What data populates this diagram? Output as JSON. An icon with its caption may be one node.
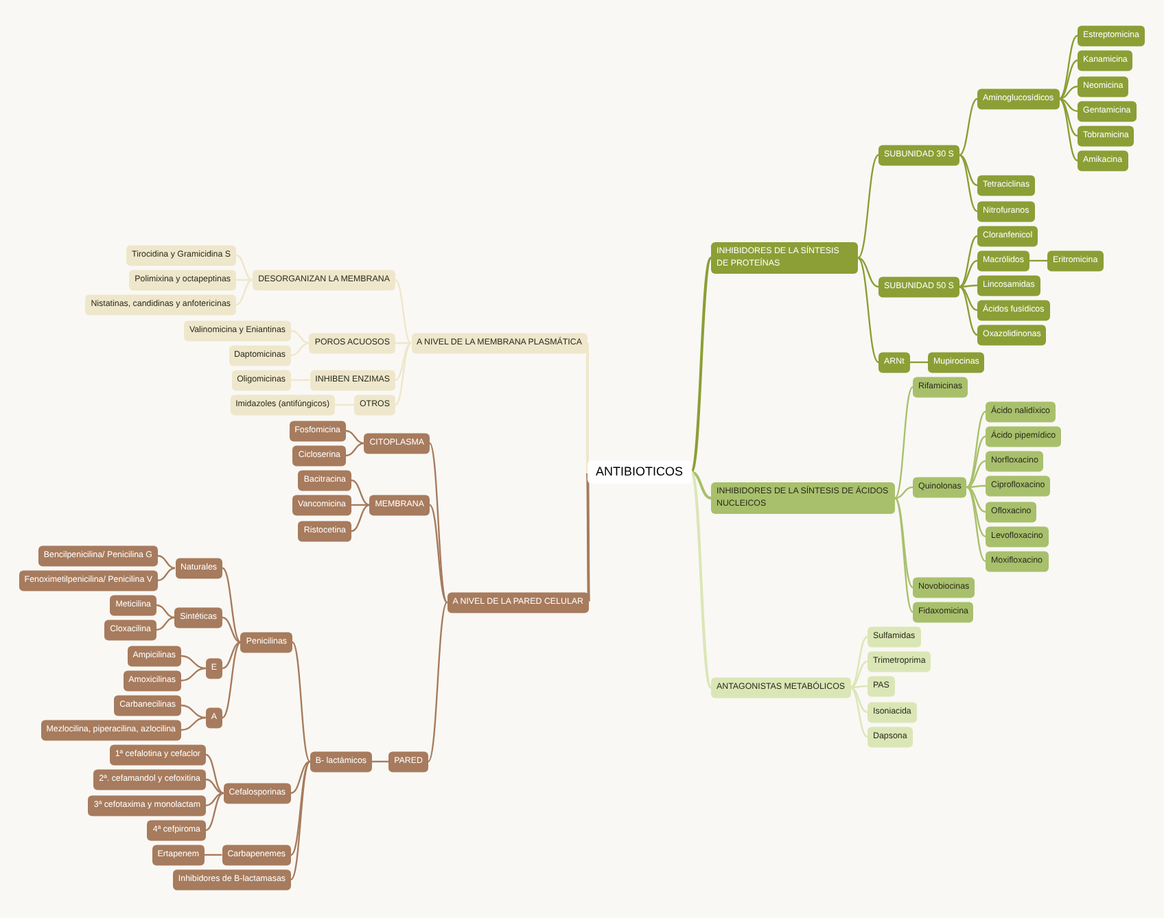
{
  "diagram": {
    "nodes": [
      {
        "text": [
          "ANTIBIOTICOS"
        ]
      },
      {
        "text": [
          "INHIBIDORES DE LA SÍNTESIS DE PROTEÍNAS"
        ]
      },
      {
        "text": [
          "SUBUNIDAD 30 S"
        ]
      },
      {
        "text": [
          "Aminoglucosídicos"
        ]
      },
      {
        "text": [
          "Estreptomicina"
        ]
      },
      {
        "text": [
          "Kanamicina"
        ]
      },
      {
        "text": [
          "Neomicina"
        ]
      },
      {
        "text": [
          "Gentamicina"
        ]
      },
      {
        "text": [
          "Tobramicina"
        ]
      },
      {
        "text": [
          "Amikacina"
        ]
      },
      {
        "text": [
          "Tetraciclinas"
        ]
      },
      {
        "text": [
          "Nitrofuranos"
        ]
      },
      {
        "text": [
          "SUBUNIDAD 50 S"
        ]
      },
      {
        "text": [
          "Cloranfenicol"
        ]
      },
      {
        "text": [
          "Macrólidos"
        ]
      },
      {
        "text": [
          "Eritromicina"
        ]
      },
      {
        "text": [
          "Lincosamidas"
        ]
      },
      {
        "text": [
          "Ácidos fusídicos"
        ]
      },
      {
        "text": [
          "Oxazolidinonas"
        ]
      },
      {
        "text": [
          "ARNt"
        ]
      },
      {
        "text": [
          "Mupirocinas"
        ]
      },
      {
        "text": [
          "INHIBIDORES DE LA SÍNTESIS DE ÁCIDOS NUCLEICOS"
        ]
      },
      {
        "text": [
          "Rifamicinas"
        ]
      },
      {
        "text": [
          "Quinolonas"
        ]
      },
      {
        "text": [
          "Ácido nalidíxico"
        ]
      },
      {
        "text": [
          "Ácido pipemídico"
        ]
      },
      {
        "text": [
          "Norfloxacino"
        ]
      },
      {
        "text": [
          "Ciprofloxacino"
        ]
      },
      {
        "text": [
          "Ofloxacino"
        ]
      },
      {
        "text": [
          "Levofloxacino"
        ]
      },
      {
        "text": [
          "Moxifloxacino"
        ]
      },
      {
        "text": [
          "Novobiocinas"
        ]
      },
      {
        "text": [
          "Fidaxomicina"
        ]
      },
      {
        "text": [
          "ANTAGONISTAS METABÓLICOS"
        ]
      },
      {
        "text": [
          "Sulfamidas"
        ]
      },
      {
        "text": [
          "Trimetroprima"
        ]
      },
      {
        "text": [
          "PAS"
        ]
      },
      {
        "text": [
          "Isoniacida"
        ]
      },
      {
        "text": [
          "Dapsona"
        ]
      },
      {
        "text": [
          "A NIVEL DE LA MEMBRANA PLASMÁTICA"
        ]
      },
      {
        "text": [
          "DESORGANIZAN LA MEMBRANA"
        ]
      },
      {
        "text": [
          "Tirocidina y Gramicidina S"
        ]
      },
      {
        "text": [
          "Polimixina y octapeptinas"
        ]
      },
      {
        "text": [
          "Nistatinas, candidinas y anfotericinas"
        ]
      },
      {
        "text": [
          "POROS ACUOSOS"
        ]
      },
      {
        "text": [
          "Valinomicina y Eniantinas"
        ]
      },
      {
        "text": [
          "Daptomicinas"
        ]
      },
      {
        "text": [
          "INHIBEN ENZIMAS"
        ]
      },
      {
        "text": [
          "Oligomicinas"
        ]
      },
      {
        "text": [
          "OTROS"
        ]
      },
      {
        "text": [
          "Imidazoles (antifúngicos)"
        ]
      },
      {
        "text": [
          "A NIVEL DE LA PARED CELULAR"
        ]
      },
      {
        "text": [
          "CITOPLASMA"
        ]
      },
      {
        "text": [
          "Fosfomicina"
        ]
      },
      {
        "text": [
          "Cicloserina"
        ]
      },
      {
        "text": [
          "MEMBRANA"
        ]
      },
      {
        "text": [
          "Bacitracina"
        ]
      },
      {
        "text": [
          "Vancomicina"
        ]
      },
      {
        "text": [
          "Ristocetina"
        ]
      },
      {
        "text": [
          "PARED"
        ]
      },
      {
        "text": [
          "B- lactámicos"
        ]
      },
      {
        "text": [
          "Penicilinas"
        ]
      },
      {
        "text": [
          "Naturales"
        ]
      },
      {
        "text": [
          "Bencilpenicilina/ Penicilina G"
        ]
      },
      {
        "text": [
          "Fenoximetilpenicilina/ Penicilina V"
        ]
      },
      {
        "text": [
          "Sintéticas"
        ]
      },
      {
        "text": [
          "Meticilina"
        ]
      },
      {
        "text": [
          "Cloxacilina"
        ]
      },
      {
        "text": [
          "E"
        ]
      },
      {
        "text": [
          "Ampicilinas"
        ]
      },
      {
        "text": [
          "Amoxicilinas"
        ]
      },
      {
        "text": [
          "A"
        ]
      },
      {
        "text": [
          "Carbanecilinas"
        ]
      },
      {
        "text": [
          "Mezlocilina, piperacilina, azlocilina"
        ]
      },
      {
        "text": [
          "Cefalosporinas"
        ]
      },
      {
        "text": [
          "1ª cefalotina y cefaclor"
        ]
      },
      {
        "text": [
          "2ª. cefamandol y cefoxitina"
        ]
      },
      {
        "text": [
          "3ª cefotaxima y monolactam"
        ]
      },
      {
        "text": [
          "4ª cefpiroma"
        ]
      },
      {
        "text": [
          "Carbapenemes"
        ]
      },
      {
        "text": [
          "Ertapenem"
        ]
      },
      {
        "text": [
          "Inhibidores de B-lactamasas"
        ]
      }
    ],
    "edges": [
      {
        "from": 0,
        "to": 1,
        "arrow": "none",
        "color": "#8b9f36"
      },
      {
        "from": 1,
        "to": 2,
        "arrow": "none",
        "color": "#8b9f36"
      },
      {
        "from": 2,
        "to": 3,
        "arrow": "none",
        "color": "#8b9f36"
      },
      {
        "from": 3,
        "to": 4,
        "arrow": "none",
        "color": "#8b9f36"
      },
      {
        "from": 3,
        "to": 5,
        "arrow": "none",
        "color": "#8b9f36"
      },
      {
        "from": 3,
        "to": 6,
        "arrow": "none",
        "color": "#8b9f36"
      },
      {
        "from": 3,
        "to": 7,
        "arrow": "none",
        "color": "#8b9f36"
      },
      {
        "from": 3,
        "to": 8,
        "arrow": "none",
        "color": "#8b9f36"
      },
      {
        "from": 3,
        "to": 9,
        "arrow": "none",
        "color": "#8b9f36"
      },
      {
        "from": 2,
        "to": 10,
        "arrow": "none",
        "color": "#8b9f36"
      },
      {
        "from": 2,
        "to": 11,
        "arrow": "none",
        "color": "#8b9f36"
      },
      {
        "from": 1,
        "to": 12,
        "arrow": "none",
        "color": "#8b9f36"
      },
      {
        "from": 12,
        "to": 13,
        "arrow": "none",
        "color": "#8b9f36"
      },
      {
        "from": 12,
        "to": 14,
        "arrow": "none",
        "color": "#8b9f36"
      },
      {
        "from": 14,
        "to": 15,
        "arrow": "none",
        "color": "#8b9f36"
      },
      {
        "from": 12,
        "to": 16,
        "arrow": "none",
        "color": "#8b9f36"
      },
      {
        "from": 12,
        "to": 17,
        "arrow": "none",
        "color": "#8b9f36"
      },
      {
        "from": 12,
        "to": 18,
        "arrow": "none",
        "color": "#8b9f36"
      },
      {
        "from": 1,
        "to": 19,
        "arrow": "none",
        "color": "#8b9f36"
      },
      {
        "from": 19,
        "to": 20,
        "arrow": "none",
        "color": "#8b9f36"
      },
      {
        "from": 0,
        "to": 21,
        "arrow": "none",
        "color": "#a8c06c"
      },
      {
        "from": 21,
        "to": 22,
        "arrow": "none",
        "color": "#a8c06c"
      },
      {
        "from": 21,
        "to": 23,
        "arrow": "none",
        "color": "#a8c06c"
      },
      {
        "from": 23,
        "to": 24,
        "arrow": "none",
        "color": "#a8c06c"
      },
      {
        "from": 23,
        "to": 25,
        "arrow": "none",
        "color": "#a8c06c"
      },
      {
        "from": 23,
        "to": 26,
        "arrow": "none",
        "color": "#a8c06c"
      },
      {
        "from": 23,
        "to": 27,
        "arrow": "none",
        "color": "#a8c06c"
      },
      {
        "from": 23,
        "to": 28,
        "arrow": "none",
        "color": "#a8c06c"
      },
      {
        "from": 23,
        "to": 29,
        "arrow": "none",
        "color": "#a8c06c"
      },
      {
        "from": 23,
        "to": 30,
        "arrow": "none",
        "color": "#a8c06c"
      },
      {
        "from": 21,
        "to": 31,
        "arrow": "none",
        "color": "#a8c06c"
      },
      {
        "from": 21,
        "to": 32,
        "arrow": "none",
        "color": "#a8c06c"
      },
      {
        "from": 0,
        "to": 33,
        "arrow": "none",
        "color": "#dbe6b6"
      },
      {
        "from": 33,
        "to": 34,
        "arrow": "none",
        "color": "#dbe6b6"
      },
      {
        "from": 33,
        "to": 35,
        "arrow": "none",
        "color": "#dbe6b6"
      },
      {
        "from": 33,
        "to": 36,
        "arrow": "none",
        "color": "#dbe6b6"
      },
      {
        "from": 33,
        "to": 37,
        "arrow": "none",
        "color": "#dbe6b6"
      },
      {
        "from": 33,
        "to": 38,
        "arrow": "none",
        "color": "#dbe6b6"
      },
      {
        "from": 0,
        "to": 39,
        "arrow": "none",
        "color": "#efe7cc"
      },
      {
        "from": 39,
        "to": 40,
        "arrow": "none",
        "color": "#efe7cc"
      },
      {
        "from": 40,
        "to": 41,
        "arrow": "none",
        "color": "#efe7cc"
      },
      {
        "from": 40,
        "to": 42,
        "arrow": "none",
        "color": "#efe7cc"
      },
      {
        "from": 40,
        "to": 43,
        "arrow": "none",
        "color": "#efe7cc"
      },
      {
        "from": 39,
        "to": 44,
        "arrow": "none",
        "color": "#efe7cc"
      },
      {
        "from": 44,
        "to": 45,
        "arrow": "none",
        "color": "#efe7cc"
      },
      {
        "from": 44,
        "to": 46,
        "arrow": "none",
        "color": "#efe7cc"
      },
      {
        "from": 39,
        "to": 47,
        "arrow": "none",
        "color": "#efe7cc"
      },
      {
        "from": 47,
        "to": 48,
        "arrow": "none",
        "color": "#efe7cc"
      },
      {
        "from": 39,
        "to": 49,
        "arrow": "none",
        "color": "#efe7cc"
      },
      {
        "from": 49,
        "to": 50,
        "arrow": "none",
        "color": "#efe7cc"
      },
      {
        "from": 0,
        "to": 51,
        "arrow": "none",
        "color": "#a77b5d"
      },
      {
        "from": 51,
        "to": 52,
        "arrow": "none",
        "color": "#a77b5d"
      },
      {
        "from": 52,
        "to": 53,
        "arrow": "none",
        "color": "#a77b5d"
      },
      {
        "from": 52,
        "to": 54,
        "arrow": "none",
        "color": "#a77b5d"
      },
      {
        "from": 51,
        "to": 55,
        "arrow": "none",
        "color": "#a77b5d"
      },
      {
        "from": 55,
        "to": 56,
        "arrow": "none",
        "color": "#a77b5d"
      },
      {
        "from": 55,
        "to": 57,
        "arrow": "none",
        "color": "#a77b5d"
      },
      {
        "from": 55,
        "to": 58,
        "arrow": "none",
        "color": "#a77b5d"
      },
      {
        "from": 51,
        "to": 59,
        "arrow": "none",
        "color": "#a77b5d"
      },
      {
        "from": 59,
        "to": 60,
        "arrow": "none",
        "color": "#a77b5d"
      },
      {
        "from": 60,
        "to": 61,
        "arrow": "none",
        "color": "#a77b5d"
      },
      {
        "from": 61,
        "to": 62,
        "arrow": "none",
        "color": "#a77b5d"
      },
      {
        "from": 62,
        "to": 63,
        "arrow": "none",
        "color": "#a77b5d"
      },
      {
        "from": 62,
        "to": 64,
        "arrow": "none",
        "color": "#a77b5d"
      },
      {
        "from": 61,
        "to": 65,
        "arrow": "none",
        "color": "#a77b5d"
      },
      {
        "from": 65,
        "to": 66,
        "arrow": "none",
        "color": "#a77b5d"
      },
      {
        "from": 65,
        "to": 67,
        "arrow": "none",
        "color": "#a77b5d"
      },
      {
        "from": 61,
        "to": 68,
        "arrow": "none",
        "color": "#a77b5d"
      },
      {
        "from": 68,
        "to": 69,
        "arrow": "none",
        "color": "#a77b5d"
      },
      {
        "from": 68,
        "to": 70,
        "arrow": "none",
        "color": "#a77b5d"
      },
      {
        "from": 61,
        "to": 71,
        "arrow": "none",
        "color": "#a77b5d"
      },
      {
        "from": 71,
        "to": 72,
        "arrow": "none",
        "color": "#a77b5d"
      },
      {
        "from": 71,
        "to": 73,
        "arrow": "none",
        "color": "#a77b5d"
      },
      {
        "from": 60,
        "to": 74,
        "arrow": "none",
        "color": "#a77b5d"
      },
      {
        "from": 74,
        "to": 75,
        "arrow": "none",
        "color": "#a77b5d"
      },
      {
        "from": 74,
        "to": 76,
        "arrow": "none",
        "color": "#a77b5d"
      },
      {
        "from": 74,
        "to": 77,
        "arrow": "none",
        "color": "#a77b5d"
      },
      {
        "from": 74,
        "to": 78,
        "arrow": "none",
        "color": "#a77b5d"
      },
      {
        "from": 60,
        "to": 79,
        "arrow": "none",
        "color": "#a77b5d"
      },
      {
        "from": 79,
        "to": 80,
        "arrow": "none",
        "color": "#a77b5d"
      },
      {
        "from": 60,
        "to": 81,
        "arrow": "none",
        "color": "#a77b5d"
      }
    ]
  }
}
